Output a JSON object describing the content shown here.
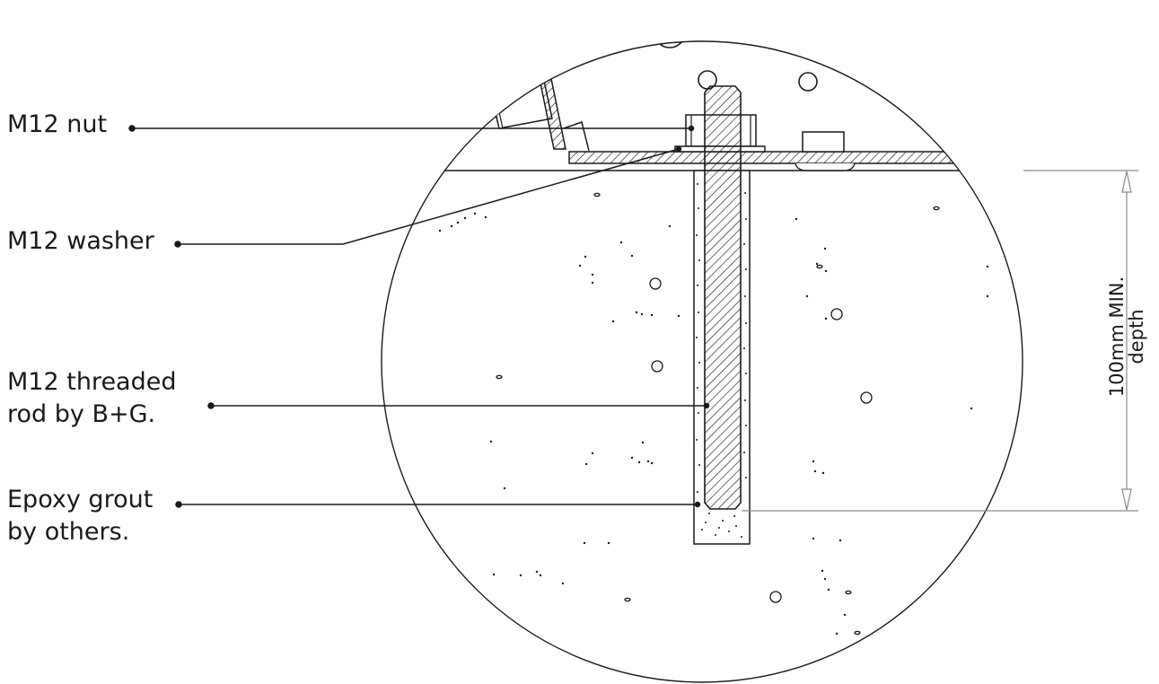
{
  "labels": {
    "nut": "M12 nut",
    "washer": "M12 washer",
    "rod_line1": "M12 threaded",
    "rod_line2": "rod by B+G.",
    "grout_line1": "Epoxy grout",
    "grout_line2": "by others."
  },
  "dimension": {
    "line1": "100mm MIN.",
    "line2": "depth"
  },
  "colors": {
    "line": "#1a1a1a",
    "dim_line": "#8a8a8a"
  }
}
